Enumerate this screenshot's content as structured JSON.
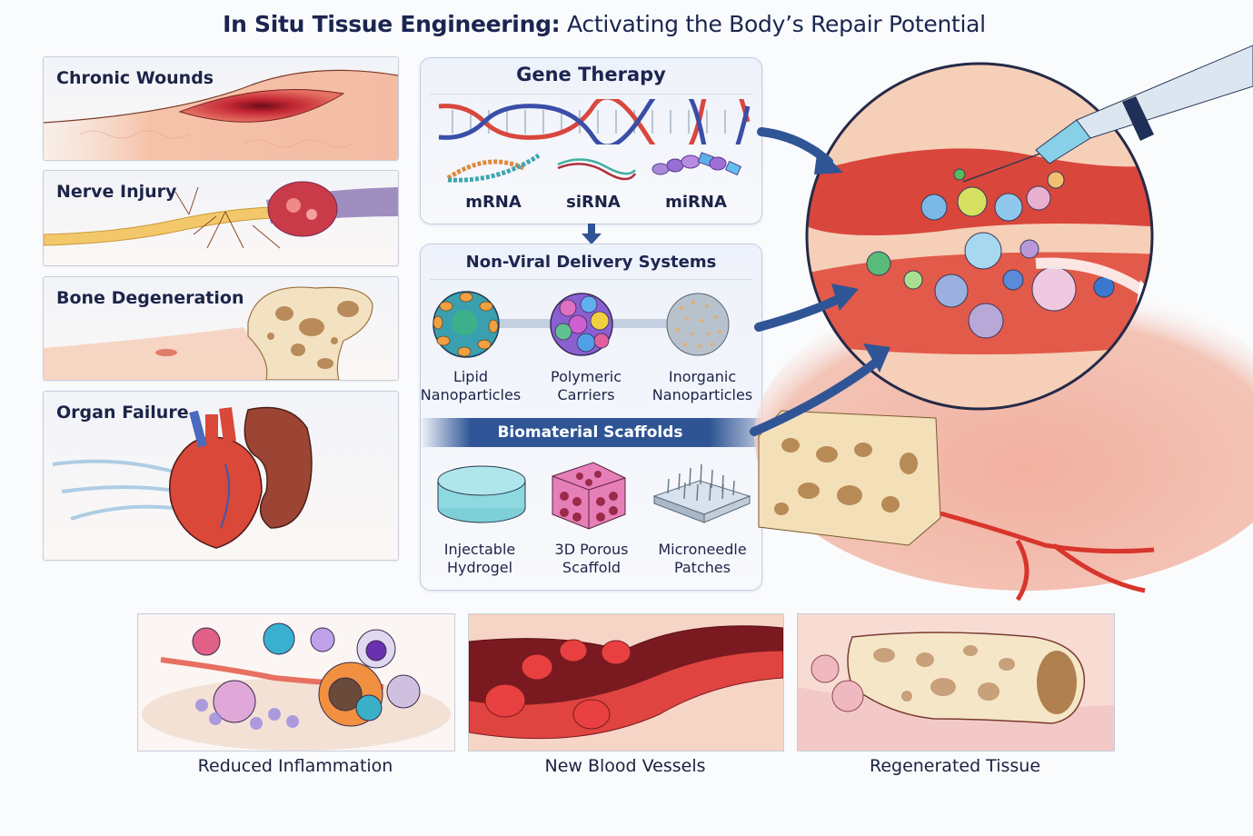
{
  "title": {
    "bold_part": "In Situ Tissue Engineering:",
    "regular_part": " Activating the Body’s Repair Potential"
  },
  "conditions": [
    {
      "label": "Chronic Wounds",
      "icon": "skin-wound-icon"
    },
    {
      "label": "Nerve Injury",
      "icon": "nerve-injury-icon"
    },
    {
      "label": "Bone Degeneration",
      "icon": "degenerated-bone-icon"
    },
    {
      "label": "Organ Failure",
      "icon": "heart-kidney-icon"
    }
  ],
  "gene_therapy": {
    "title": "Gene Therapy",
    "items": [
      {
        "label": "mRNA",
        "icon": "mrna-strand-icon"
      },
      {
        "label": "siRNA",
        "icon": "sirna-strand-icon"
      },
      {
        "label": "miRNA",
        "icon": "mirna-cluster-icon"
      }
    ]
  },
  "delivery": {
    "title": "Non-Viral Delivery Systems",
    "items": [
      {
        "line1": "Lipid",
        "line2": "Nanoparticles",
        "icon": "lipid-nanoparticle-icon"
      },
      {
        "line1": "Polymeric",
        "line2": "Carriers",
        "icon": "polymeric-carrier-icon"
      },
      {
        "line1": "Inorganic",
        "line2": "Nanoparticles",
        "icon": "inorganic-nanoparticle-icon"
      }
    ]
  },
  "scaffolds": {
    "title": "Biomaterial Scaffolds",
    "items": [
      {
        "line1": "Injectable",
        "line2": "Hydrogel",
        "icon": "hydrogel-disc-icon"
      },
      {
        "line1": "3D Porous",
        "line2": "Scaffold",
        "icon": "porous-cube-icon"
      },
      {
        "line1": "Microneedle",
        "line2": "Patches",
        "icon": "microneedle-patch-icon"
      }
    ]
  },
  "outcomes": [
    {
      "label": "Reduced Inflammation",
      "icon": "immune-cells-icon"
    },
    {
      "label": "New Blood Vessels",
      "icon": "blood-vessel-icon"
    },
    {
      "label": "Regenerated Tissue",
      "icon": "regenerated-bone-icon"
    }
  ],
  "colors": {
    "navy_text": "#1d2448",
    "arrow_blue": "#2f5596",
    "tissue_red": "#d9463c",
    "tissue_pink": "#f2b7a8"
  }
}
